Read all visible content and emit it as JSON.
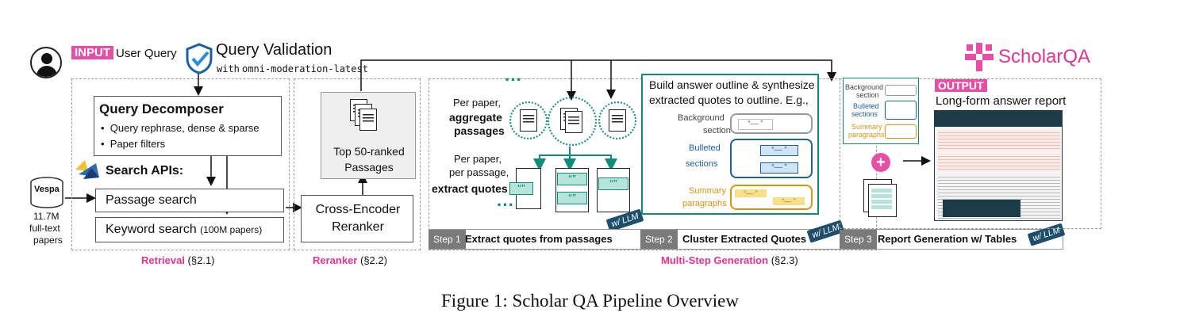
{
  "input": {
    "badge": "INPUT",
    "label": "User Query"
  },
  "validation": {
    "title": "Query Validation",
    "subtitle": "with",
    "model": "omni-moderation-latest"
  },
  "retrieval": {
    "decomposer_title": "Query Decomposer",
    "decomposer_items": [
      "Query rephrase, dense & sparse",
      "Paper filters"
    ],
    "search_apis": "Search APIs:",
    "passage_search": "Passage search",
    "keyword_search": "Keyword search",
    "keyword_note": "(100M papers)",
    "vespa": "Vespa",
    "papers_count": "11.7M",
    "papers_label_1": "full-text",
    "papers_label_2": "papers",
    "caption_name": "Retrieval",
    "caption_ref": "(§2.1)"
  },
  "reranker": {
    "passages_1": "Top 50-ranked",
    "passages_2": "Passages",
    "model_1": "Cross-Encoder",
    "model_2": "Reranker",
    "caption_name": "Reranker",
    "caption_ref": "(§2.2)"
  },
  "generation": {
    "per_paper_1": "Per paper,",
    "aggregate_1": "aggregate",
    "aggregate_2": "passages",
    "per_passage_1": "Per paper,",
    "per_passage_2": "per passage,",
    "extract": "extract quotes",
    "outline_1": "Build answer outline & synthesize",
    "outline_2": "extracted  quotes to outline. E.g.,",
    "bg_1": "Background",
    "bg_2": "section",
    "bul_1": "Bulleted",
    "bul_2": "sections",
    "sum_1": "Summary",
    "sum_2": "paragraphs",
    "step1_tag": "Step 1",
    "step1": "Extract quotes from passages",
    "step2_tag": "Step 2",
    "step2": "Cluster Extracted Quotes",
    "step3_tag": "Step 3",
    "step3": "Report Generation w/ Tables",
    "llm": "w/ LLM",
    "caption_name": "Multi-Step Generation",
    "caption_ref": "(§2.3)"
  },
  "output": {
    "brand": "ScholarQA",
    "badge": "OUTPUT",
    "label": "Long-form answer report",
    "mini_bg_1": "Background",
    "mini_bg_2": "section",
    "mini_bul_1": "Bulleted",
    "mini_bul_2": "sections",
    "mini_sum_1": "Summary",
    "mini_sum_2": "paragraphs"
  },
  "figure_caption": "Figure 1: Scholar QA Pipeline Overview",
  "colors": {
    "pink": "#e0358f",
    "blue": "#1f5f9e",
    "orange": "#d69410",
    "teal": "#0f8c7a"
  }
}
